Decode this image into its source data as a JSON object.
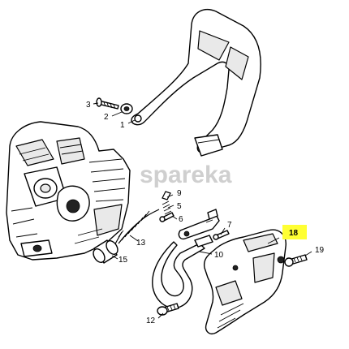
{
  "watermark": "spareka",
  "callouts": {
    "c1": "1",
    "c2": "2",
    "c3": "3",
    "c5": "5",
    "c6": "6",
    "c7": "7",
    "c9": "9",
    "c10": "10",
    "c12": "12",
    "c13": "13",
    "c15": "15",
    "c18": "18",
    "c19": "19"
  },
  "highlight_color": "#ffff33"
}
